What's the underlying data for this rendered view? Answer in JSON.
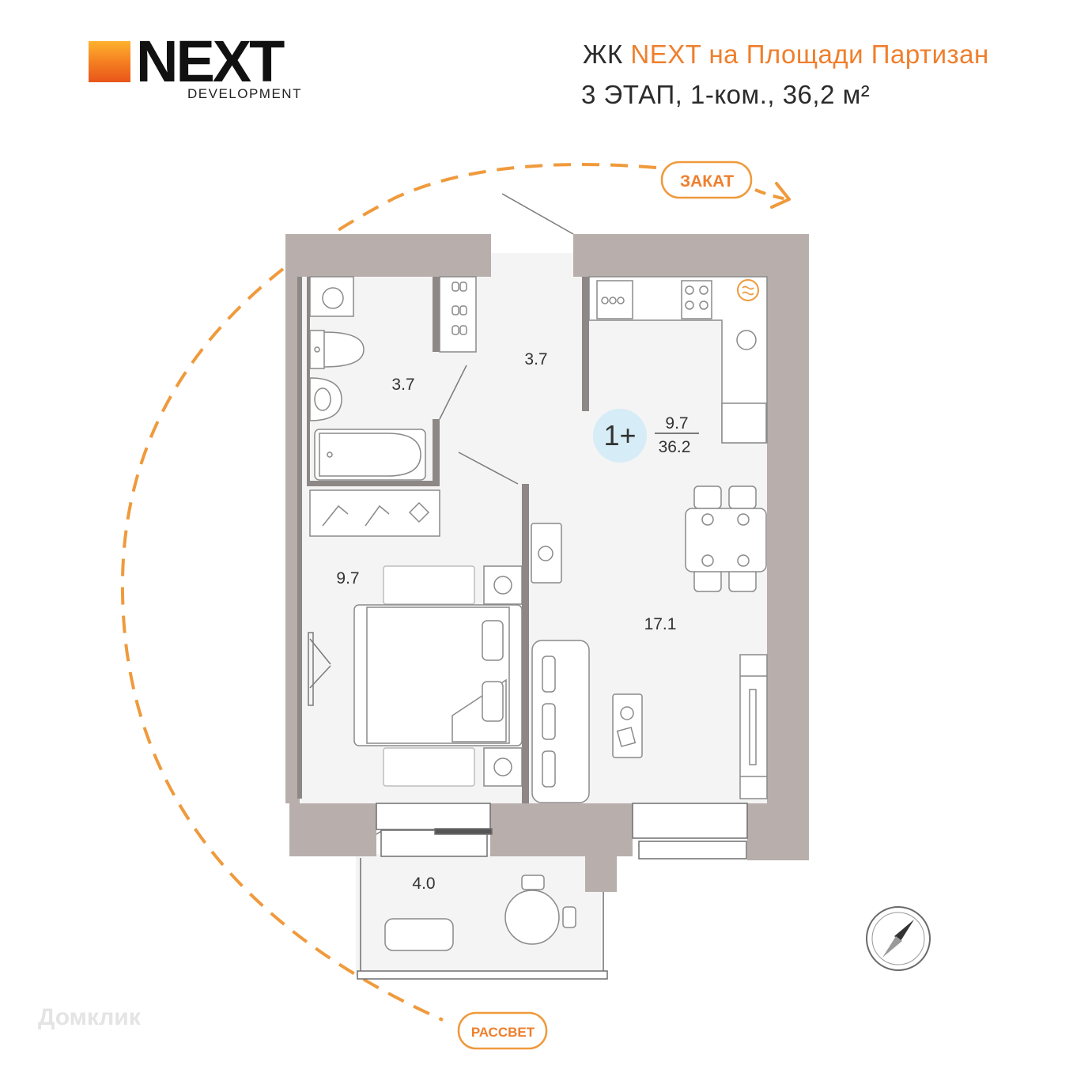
{
  "logo": {
    "word": "NEXT",
    "sub": "DEVELOPMENT"
  },
  "header": {
    "prefix": "ЖК ",
    "project": "NEXT на Площади Партизан",
    "details": "3 ЭТАП, 1-ком., 36,2 м²"
  },
  "sun": {
    "sunset": "ЗАКАТ",
    "sunrise": "РАССВЕТ"
  },
  "badge": {
    "label": "1+",
    "living_area": "9.7",
    "total_area": "36.2"
  },
  "rooms": [
    {
      "name": "bathroom",
      "area": "3.7"
    },
    {
      "name": "hallway",
      "area": "3.7"
    },
    {
      "name": "bedroom",
      "area": "9.7"
    },
    {
      "name": "kitchen-living",
      "area": "17.1"
    },
    {
      "name": "balcony",
      "area": "4.0"
    }
  ],
  "watermark": "Домклик",
  "colors": {
    "accent": "#ef7f2d",
    "wall": "#b8aeab",
    "floor": "#f4f4f4",
    "badge": "#d6ecf6",
    "furniture_stroke": "#8a8a8a"
  }
}
